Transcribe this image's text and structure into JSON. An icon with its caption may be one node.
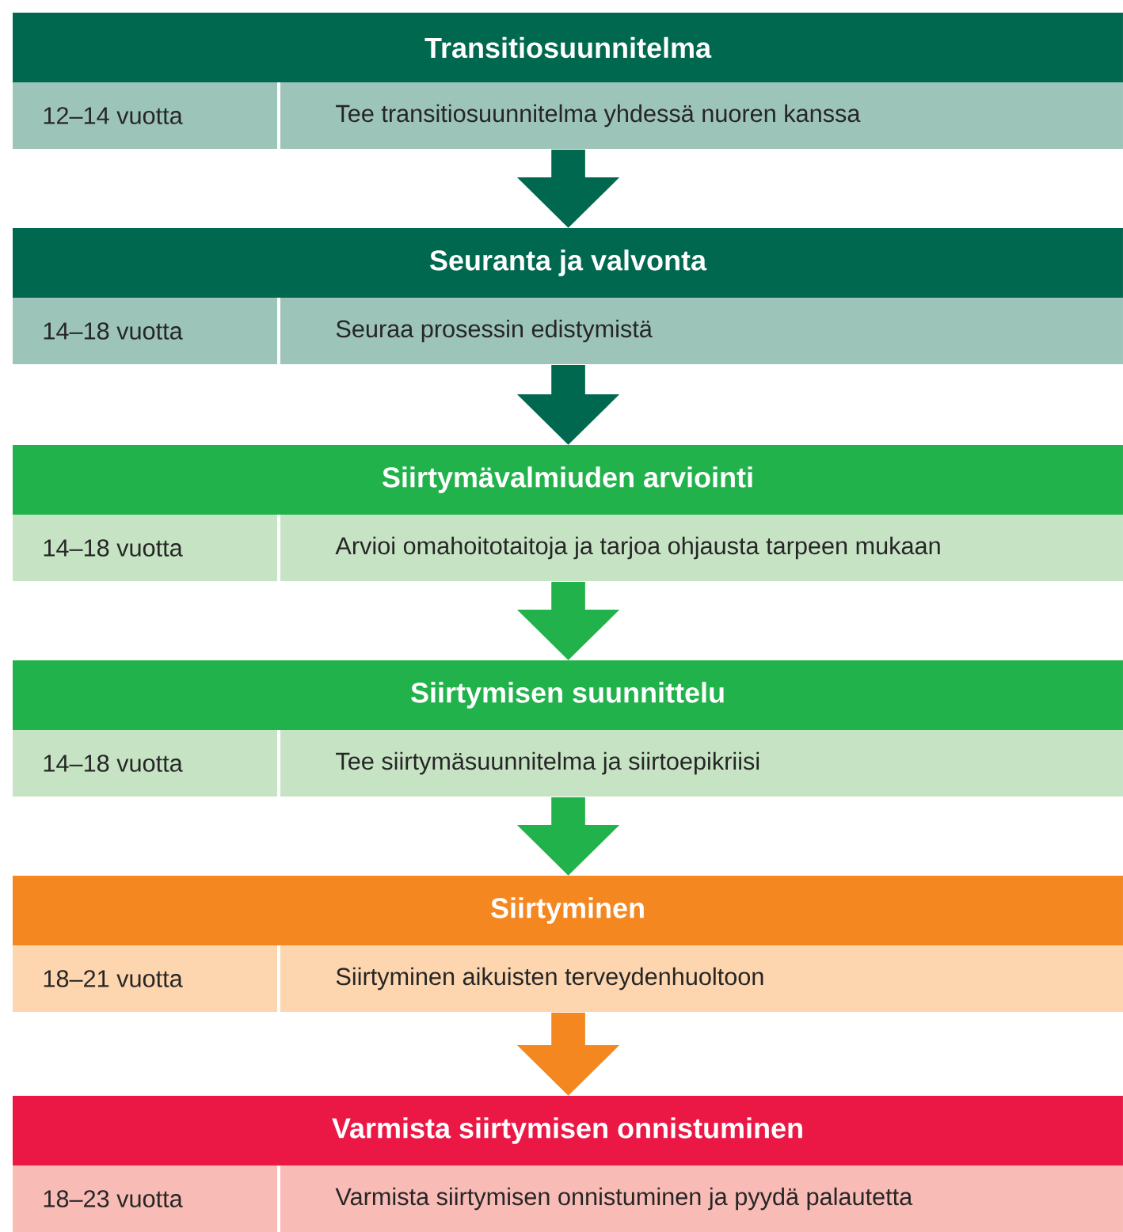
{
  "diagram": {
    "nodes": [
      {
        "text": [
          "Transitiosuunnitelma",
          "12–14 vuotta",
          "Tee transitiosuunnitelma yhdessä nuoren kanssa"
        ]
      },
      {
        "text": [
          "Seuranta ja valvonta",
          "14–18 vuotta",
          "Seuraa prosessin edistymistä"
        ]
      },
      {
        "text": [
          "Siirtymävalmiuden arviointi",
          "14–18 vuotta",
          "Arvioi omahoitotaitoja ja tarjoa ohjausta tarpeen mukaan"
        ]
      },
      {
        "text": [
          "Siirtymisen suunnittelu",
          "14–18 vuotta",
          "Tee siirtymäsuunnitelma ja siirtoepikriisi"
        ]
      },
      {
        "text": [
          "Siirtyminen",
          "18–21 vuotta",
          "Siirtyminen aikuisten terveydenhuoltoon"
        ]
      },
      {
        "text": [
          "Varmista siirtymisen onnistuminen",
          "18–23 vuotta",
          "Varmista siirtymisen onnistuminen ja pyydä palautetta"
        ]
      }
    ],
    "edges": [
      {
        "from": 0,
        "to": 1,
        "arrow": "to",
        "color": "#00684f"
      },
      {
        "from": 1,
        "to": 2,
        "arrow": "to",
        "color": "#00684f"
      },
      {
        "from": 2,
        "to": 3,
        "arrow": "to",
        "color": "#22b24c"
      },
      {
        "from": 3,
        "to": 4,
        "arrow": "to",
        "color": "#22b24c"
      },
      {
        "from": 4,
        "to": 5,
        "arrow": "to",
        "color": "#f48720"
      }
    ]
  }
}
